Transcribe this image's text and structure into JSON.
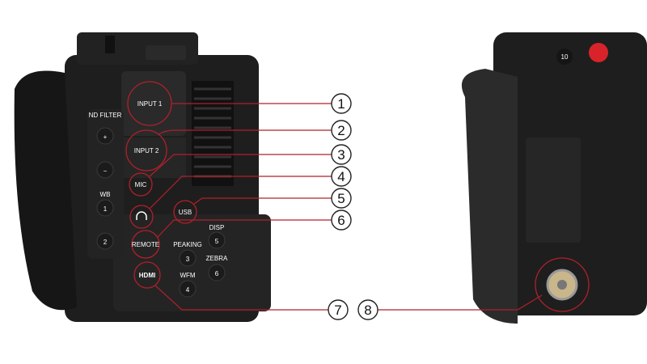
{
  "accent_color": "#b1202a",
  "left_camera": {
    "ports": [
      {
        "id": 1,
        "label": "INPUT 1"
      },
      {
        "id": 2,
        "label": "INPUT 2"
      },
      {
        "id": 3,
        "label": "MIC"
      },
      {
        "id": 4,
        "label": "",
        "icon": "headphones-icon"
      },
      {
        "id": 5,
        "label": "USB"
      },
      {
        "id": 6,
        "label": "REMOTE"
      },
      {
        "id": 7,
        "label": "HDMI"
      }
    ],
    "buttons": {
      "nd_filter": "ND FILTER",
      "plus": "+",
      "minus": "−",
      "wb": "WB",
      "btn1": "1",
      "btn2": "2",
      "peaking": "PEAKING",
      "btn3": "3",
      "disp": "DISP",
      "btn5": "5",
      "zebra": "ZEBRA",
      "btn6": "6",
      "wfm": "WFM",
      "btn4": "4"
    }
  },
  "right_camera": {
    "button_label": "10",
    "port": {
      "id": 8,
      "icon": "timecode-connector-icon"
    }
  },
  "callouts": [
    "1",
    "2",
    "3",
    "4",
    "5",
    "6",
    "7",
    "8"
  ]
}
